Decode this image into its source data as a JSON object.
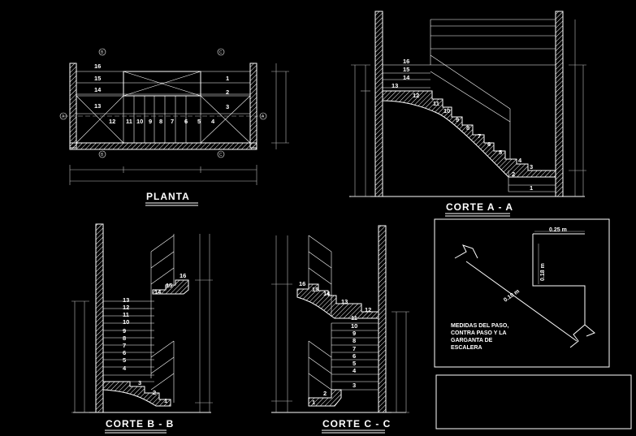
{
  "titles": {
    "planta": "PLANTA",
    "corte_aa": "CORTE A - A",
    "corte_bb": "CORTE B - B",
    "corte_cc": "CORTE C - C"
  },
  "detail": {
    "horizontal_dim": "0.25 m",
    "vertical_dim": "0.18 m",
    "diagonal_dim": "0.10 m",
    "note_line1": "MEDIDAS DEL PASO,",
    "note_line2": "CONTRA PASO Y LA",
    "note_line3": "GARGANTA DE",
    "note_line4": "ESCALERA"
  },
  "section_markers": {
    "a": "A",
    "b": "B",
    "c": "C"
  },
  "planta": {
    "right_steps": [
      "16",
      "15",
      "14",
      "13"
    ],
    "left_steps": [
      "1",
      "2",
      "3"
    ],
    "bottom_steps": [
      "12",
      "11",
      "10",
      "9",
      "8",
      "7",
      "6",
      "5",
      "4"
    ]
  },
  "corte_aa": {
    "steps": [
      "16",
      "15",
      "14",
      "13",
      "12",
      "11",
      "10",
      "9",
      "8",
      "7",
      "6",
      "5",
      "4",
      "3",
      "2",
      "1"
    ]
  },
  "corte_bb": {
    "upper_steps": [
      "16",
      "15",
      "14"
    ],
    "flight_steps": [
      "13",
      "12",
      "11",
      "10",
      "9",
      "8",
      "7",
      "6",
      "5",
      "4",
      "3",
      "2",
      "1"
    ]
  },
  "corte_cc": {
    "upper_steps": [
      "16",
      "15",
      "14",
      "13",
      "12"
    ],
    "flight_steps": [
      "11",
      "10",
      "9",
      "8",
      "7",
      "6",
      "5",
      "4",
      "3",
      "2",
      "1"
    ]
  }
}
